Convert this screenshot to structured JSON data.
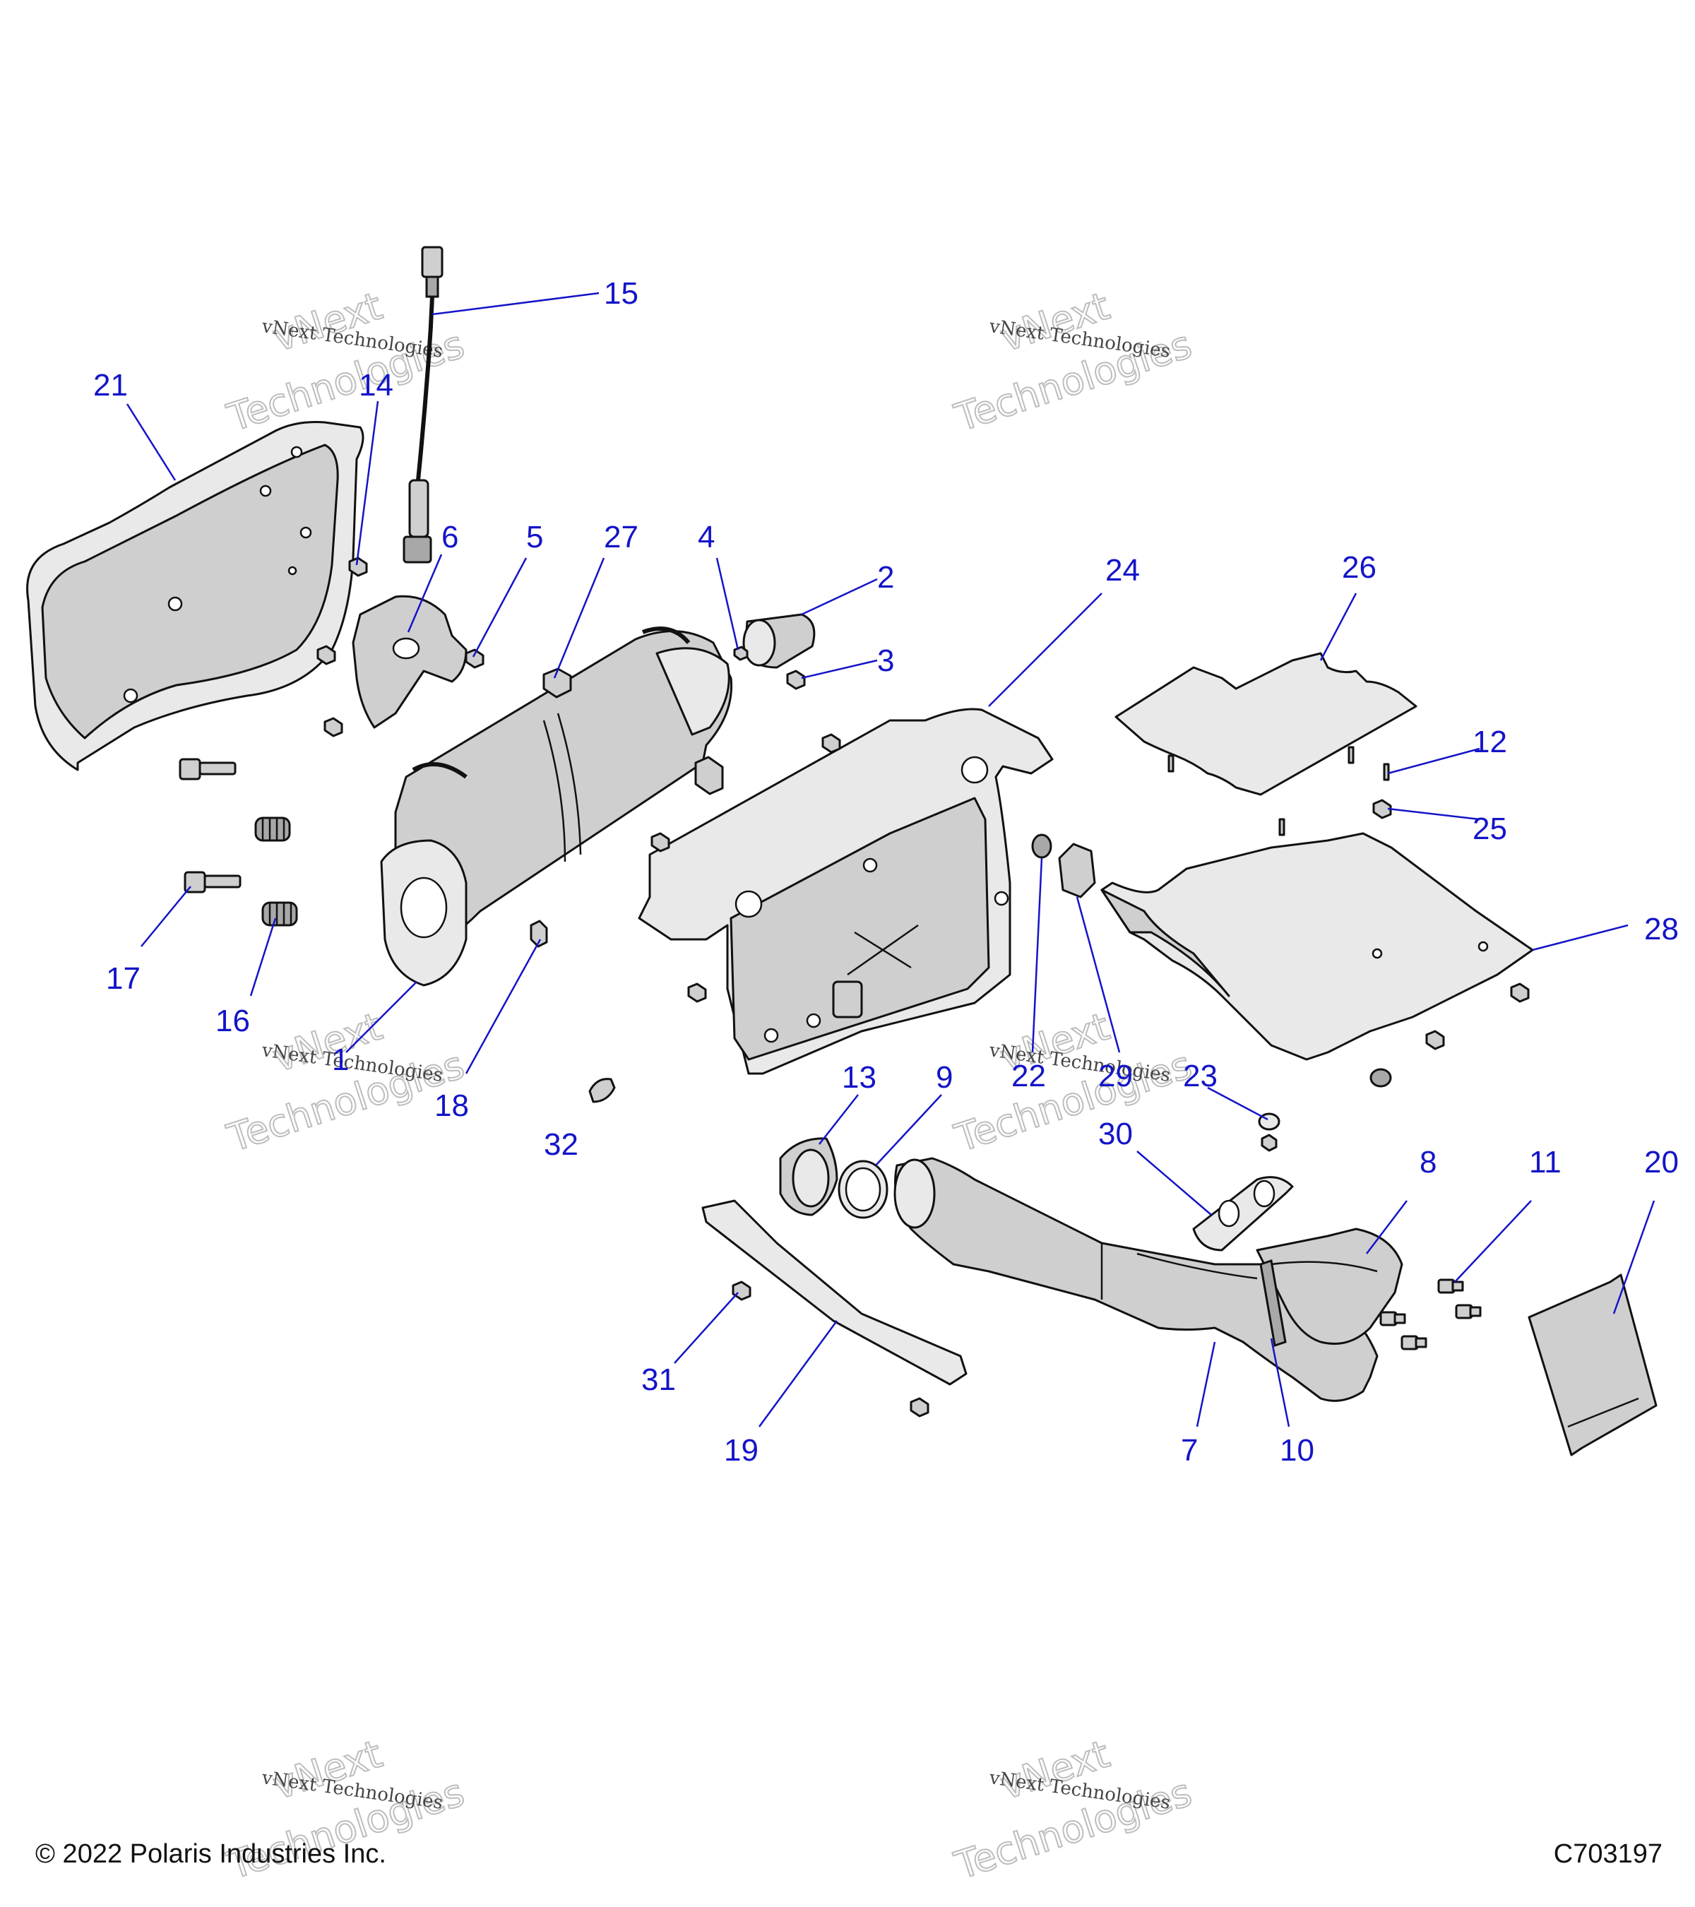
{
  "footer": {
    "copyright": "© 2022 Polaris Industries Inc.",
    "drawing_number": "C703197"
  },
  "watermark": {
    "line1": "vNext Technologies",
    "line2": "vNext",
    "line3": "Technologies"
  },
  "colors": {
    "callout": "#1414c8",
    "part_fill": "#cfcfcf",
    "outline": "#111111"
  },
  "callouts": [
    "1",
    "2",
    "3",
    "4",
    "5",
    "6",
    "7",
    "8",
    "9",
    "10",
    "11",
    "12",
    "13",
    "14",
    "15",
    "16",
    "17",
    "18",
    "19",
    "20",
    "21",
    "22",
    "23",
    "24",
    "25",
    "26",
    "27",
    "28",
    "29",
    "30",
    "31",
    "32"
  ]
}
